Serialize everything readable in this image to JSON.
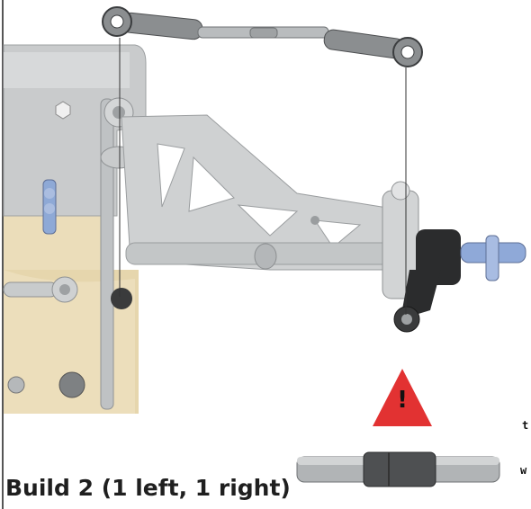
{
  "page": {
    "caption": "Build 2 (1 left, 1 right)",
    "edge_text_1": "t",
    "edge_text_2": "w",
    "warning_mark": "!"
  },
  "colors": {
    "chassis_tan": "#e4d3a6",
    "part_gray": "#c8cbcc",
    "link_gray": "#8a8d8f",
    "ball_cup_dark": "#3b3d3f",
    "hub_black": "#222222",
    "axle_blue": "#8aa6d8",
    "warning_red": "#e23232"
  },
  "icons": {
    "warning": "warning-triangle-icon",
    "turnbuckle": "turnbuckle-icon"
  }
}
